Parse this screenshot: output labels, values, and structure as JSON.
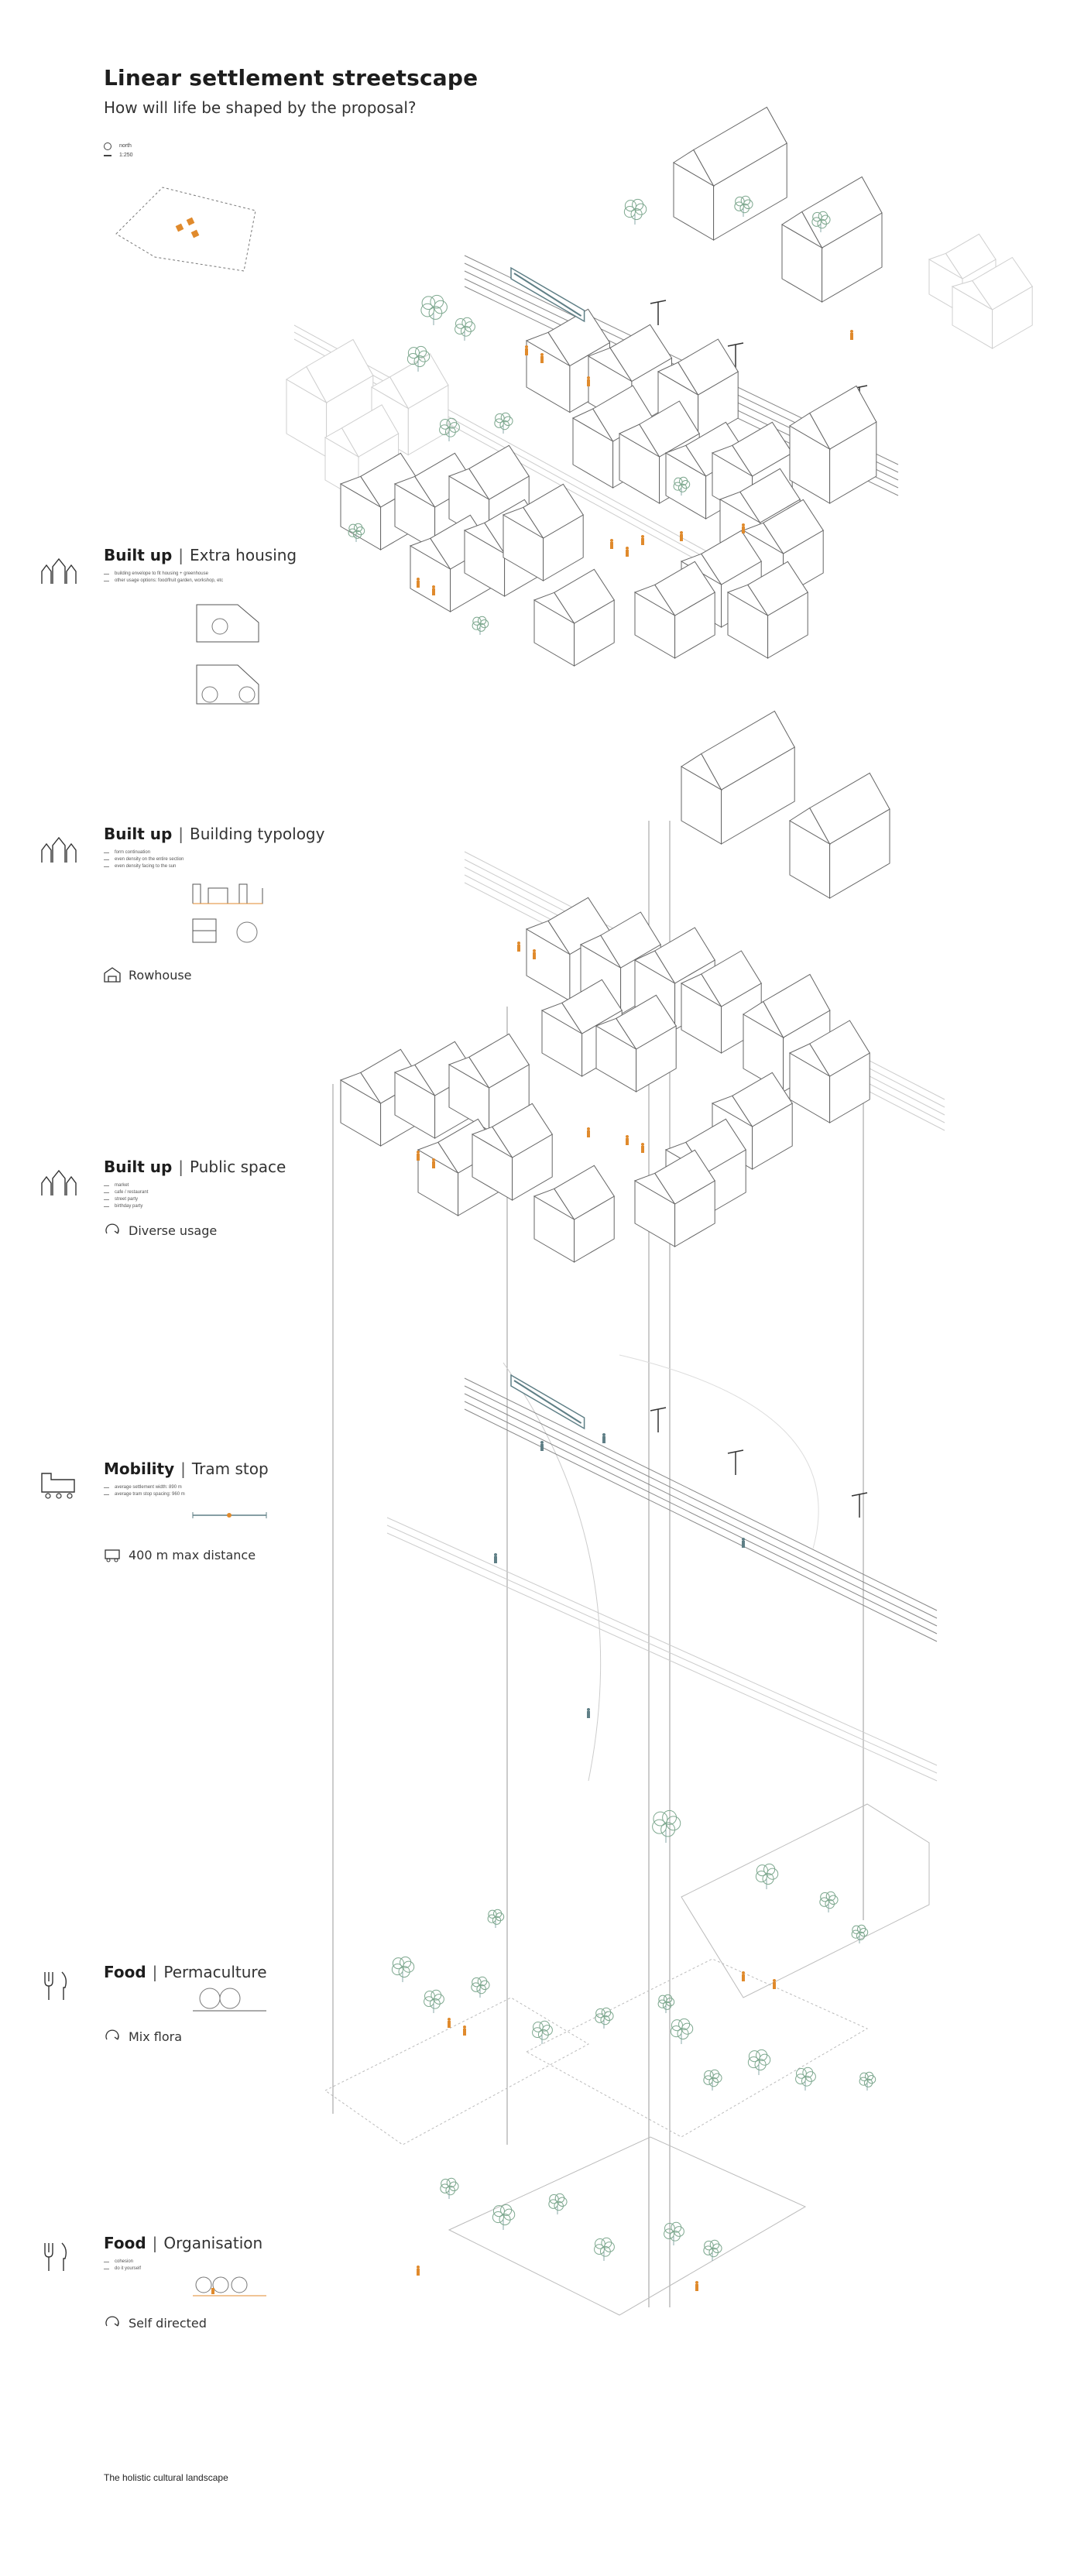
{
  "header": {
    "title": "Linear settlement streetscape",
    "subtitle": "How will life be shaped by the proposal?"
  },
  "legend": [
    {
      "icon": "north-arrow-icon",
      "label": "north"
    },
    {
      "icon": "scale-bar-icon",
      "label": "1:250"
    }
  ],
  "sections": [
    {
      "category": "Built up",
      "topic": "Extra housing",
      "icon": "rooftops-icon",
      "notes": [
        "building envelope to fit housing + greenhouse",
        "other usage options: food/fruit garden, workshop, etc"
      ],
      "tag": "",
      "tag_icon": ""
    },
    {
      "category": "Built up",
      "topic": "Building typology",
      "icon": "rooftops-icon",
      "notes": [
        "form continuation",
        "even density on the entire section",
        "even density facing to the sun"
      ],
      "tag": "Rowhouse",
      "tag_icon": "rowhouse-icon"
    },
    {
      "category": "Built up",
      "topic": "Public space",
      "icon": "rooftops-icon",
      "notes": [
        "market",
        "cafe / restaurant",
        "street party",
        "birthday party"
      ],
      "tag": "Diverse usage",
      "tag_icon": "cycle-arrows-icon"
    },
    {
      "category": "Mobility",
      "topic": "Tram stop",
      "icon": "tram-icon",
      "notes": [
        "average settlement width: 890 m",
        "average tram stop spacing: 960 m"
      ],
      "tag": "400 m max distance",
      "tag_icon": "tram-small-icon"
    },
    {
      "category": "Food",
      "topic": "Permaculture",
      "icon": "fork-knife-icon",
      "notes": [],
      "tag": "Mix flora",
      "tag_icon": "cycle-arrows-icon"
    },
    {
      "category": "Food",
      "topic": "Organisation",
      "icon": "fork-knife-icon",
      "notes": [
        "cohesion",
        "do it yourself"
      ],
      "tag": "Self directed",
      "tag_icon": "cycle-arrows-icon"
    }
  ],
  "footer": {
    "caption": "The holistic cultural landscape"
  },
  "colors": {
    "line": "#8a8a8a",
    "tree": "#7ea88f",
    "accent": "#e08a2c",
    "tram": "#5f7f86"
  }
}
